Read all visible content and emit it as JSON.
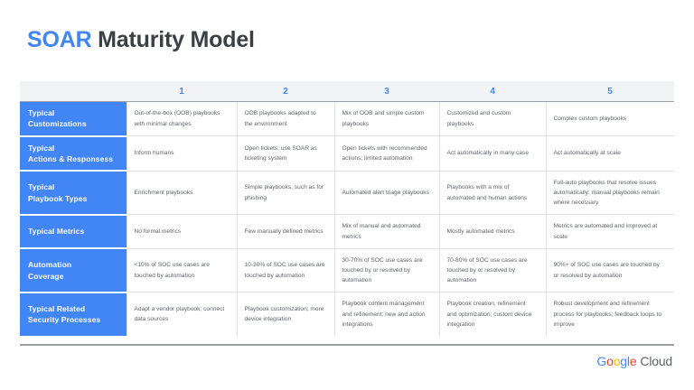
{
  "slide": {
    "title_accent": "SOAR",
    "title_rest": " Maturity Model"
  },
  "table": {
    "corner_label": "",
    "levels": [
      "1",
      "2",
      "3",
      "4",
      "5"
    ],
    "rows": [
      {
        "label_line1": "Typical",
        "label_line2": "Customizations",
        "cells": [
          "Out-of-the-box (OOB) playbooks with minimal changes",
          "OOB playbooks adapted to the environment",
          "Mix of OOB and simple custom playbooks",
          "Customized and custom playbooks",
          "Complex custom playbooks"
        ]
      },
      {
        "label_line1": "Typical",
        "label_line2": "Actions & Responsess",
        "cells": [
          "Inform humans",
          "Open tickets; use SOAR as ticketing system",
          "Open tickets with recommended actions; limited automation",
          "Act automatically in many case",
          "Act automatically at scale"
        ]
      },
      {
        "label_line1": "Typical",
        "label_line2": "Playbook Types",
        "cells": [
          "Enrichment playbooks",
          "Simple playbooks, such as for phishing",
          "Automated alert triage playbooks",
          "Playbooks with a mix of automated and human actions",
          "Full-auto playbooks that resolve issues automatically; manual playbooks remain where necessary"
        ]
      },
      {
        "label_line1": "Typical Metrics",
        "label_line2": "",
        "cells": [
          "No formal metrics",
          "Few manually defined metrics",
          "Mix of manual and automated metrics",
          "Mostly automated metrics",
          "Metrics are automated and improved at scale"
        ]
      },
      {
        "label_line1": "Automation",
        "label_line2": "Coverage",
        "cells": [
          "<10% of SOC use cases are touched by automation",
          "10-30% of SOC use cases are touched by automation",
          "30-70% of SOC use cases are touched by or resolved by automation",
          "70-80% of SOC use cases are touched by or resolved by automation",
          "90%+ of SOC use cases are touched by or resolved by automation"
        ]
      },
      {
        "label_line1": "Typical Related",
        "label_line2": "Security Processes",
        "cells": [
          "Adapt a vendor playbook; connect data sources",
          "Playbook customization; more device integration",
          "Playbook content management and refinement; new and action integrations",
          "Playbook creation, refinement and optimization; custom device integration",
          "Robust development and refinement process for playbooks; feedback loops to improve"
        ]
      }
    ]
  },
  "footer": {
    "logo_g": "G",
    "logo_o1": "o",
    "logo_o2": "o",
    "logo_g2": "g",
    "logo_l": "l",
    "logo_e": "e",
    "logo_cloud": "Cloud"
  }
}
